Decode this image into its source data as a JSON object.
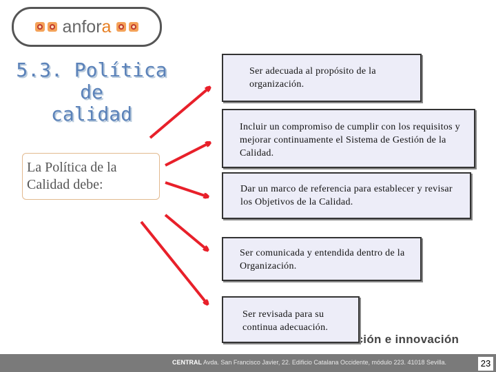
{
  "logo": {
    "word_prefix": "anfor",
    "word_accent": "a"
  },
  "title": {
    "line1": "5.3. Política de",
    "line2": "calidad"
  },
  "subtitle": {
    "line1": "La Política de la",
    "line2": "Calidad debe:"
  },
  "requirements": [
    "Ser adecuada al propósito de la organización.",
    "Incluir un compromiso de cumplir con los requisitos y mejorar continuamente el Sistema de Gestión de la Calidad.",
    "Dar un marco de referencia para establecer y revisar los Objetivos de la Calidad.",
    "Ser comunicada y entendida dentro de la Organización.",
    "Ser revisada para su continua adecuación."
  ],
  "banner": "Centros de formación e innovación",
  "footer": {
    "brand": "CENTRAL",
    "address": "Avda. San Francisco Javier, 22. Edificio Catalana Occidente, módulo 223. 41018 Sevilla."
  },
  "page_number": "23",
  "colors": {
    "title": "#5b82b9",
    "arrow": "#e8202a",
    "box_fill": "#ededf8",
    "logo_accent": "#e67e22"
  }
}
